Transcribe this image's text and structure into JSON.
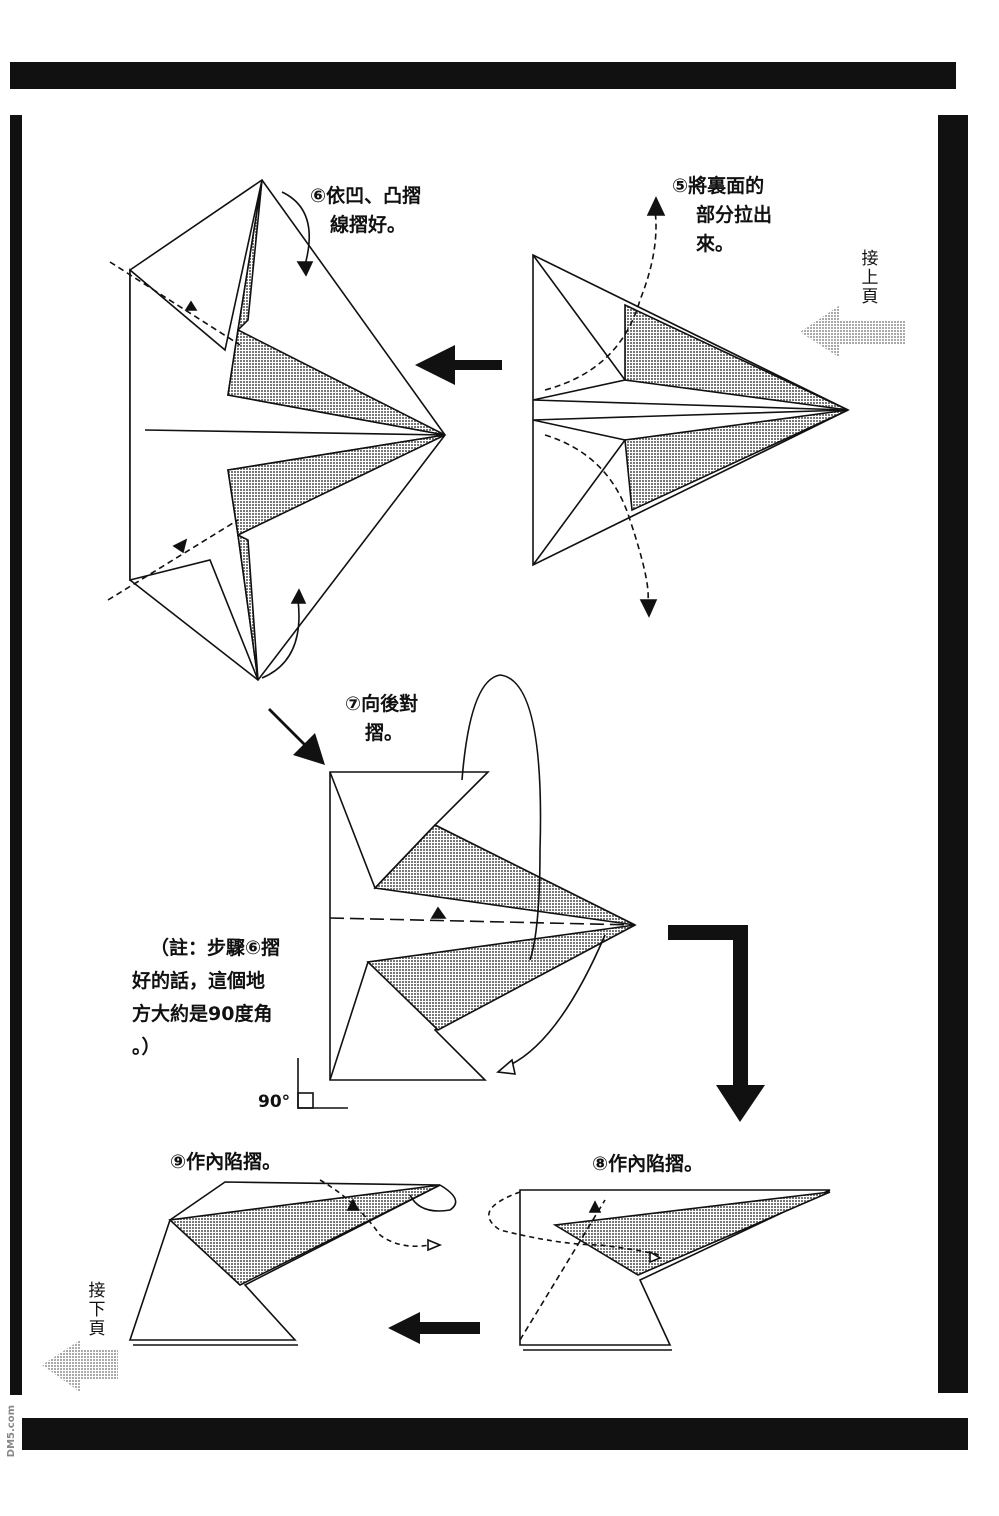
{
  "steps": {
    "step5": "⑤將裏面的部分拉出來。",
    "step5_lines": [
      "⑤將裏面的",
      "部分拉出",
      "來。"
    ],
    "step6_lines": [
      "⑥依凹、凸摺",
      "線摺好。"
    ],
    "step7_lines": [
      "⑦向後對",
      "摺。"
    ],
    "note_lines": [
      "（註：步驟⑥摺",
      "好的話，這個地",
      "方大約是90度角",
      "。）"
    ],
    "angle_label": "90°",
    "step8": "⑧作內陷摺。",
    "step9": "⑨作內陷摺。"
  },
  "navigation": {
    "prev_page": "接上頁",
    "next_page": "接下頁"
  },
  "watermark": "DM5.com",
  "colors": {
    "ink": "#111111",
    "shade": "#8a8a8a",
    "arrow_gray": "#b0b0b0"
  }
}
